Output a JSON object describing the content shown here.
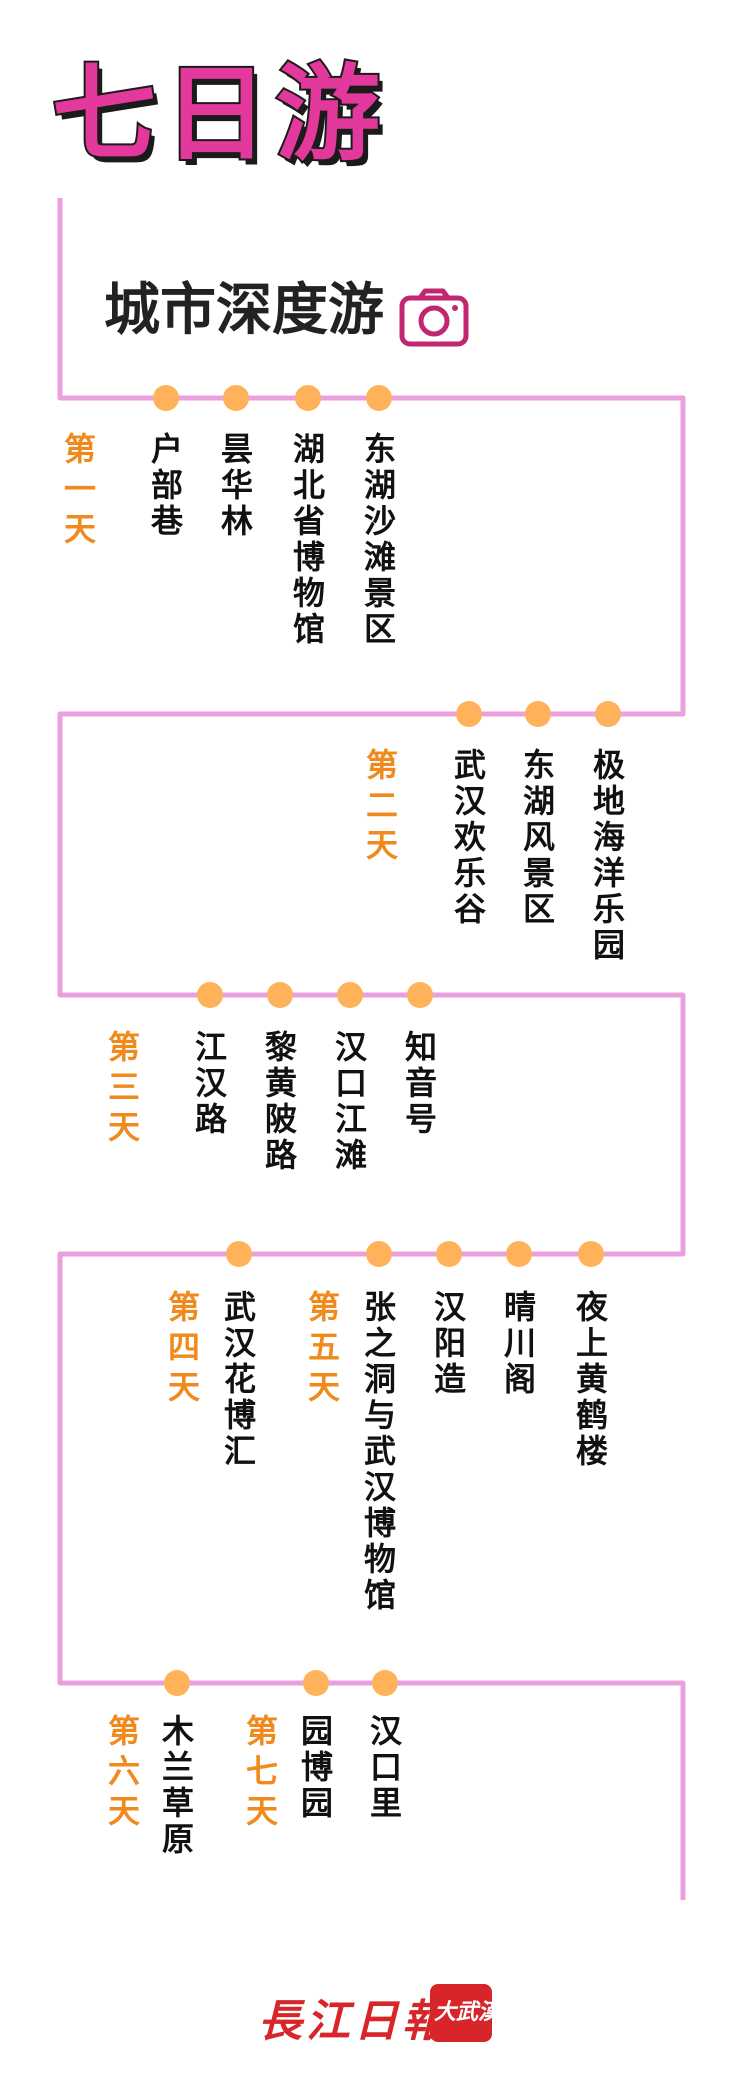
{
  "header": {
    "title": "七日游",
    "subtitle": "城市深度游",
    "camera_icon": "camera-icon"
  },
  "colors": {
    "title": "#e3399c",
    "route_line": "#eaa0dc",
    "dot": "#ffb25a",
    "day_label": "#f08a1c",
    "text": "#111111",
    "brand_red": "#d8252a"
  },
  "itinerary": {
    "day1": "第一天",
    "day1_stops": [
      "户部巷",
      "昙华林",
      "湖北省博物馆",
      "东湖沙滩景区"
    ],
    "day2": "第二天",
    "day2_stops": [
      "武汉欢乐谷",
      "东湖风景区",
      "极地海洋乐园"
    ],
    "day3": "第三天",
    "day3_stops": [
      "江汉路",
      "黎黄陂路",
      "汉口江滩",
      "知音号"
    ],
    "day4": "第四天",
    "day4_stops": [
      "武汉花博汇"
    ],
    "day5": "第五天",
    "day5_stops": [
      "张之洞与武汉博物馆",
      "汉阳造",
      "晴川阁",
      "夜上黄鹤楼"
    ],
    "day6": "第六天",
    "day6_stops": [
      "木兰草原"
    ],
    "day7": "第七天",
    "day7_stops": [
      "园博园",
      "汉口里"
    ]
  },
  "footer": {
    "brand": "長江日報",
    "badge": "大武漢"
  }
}
